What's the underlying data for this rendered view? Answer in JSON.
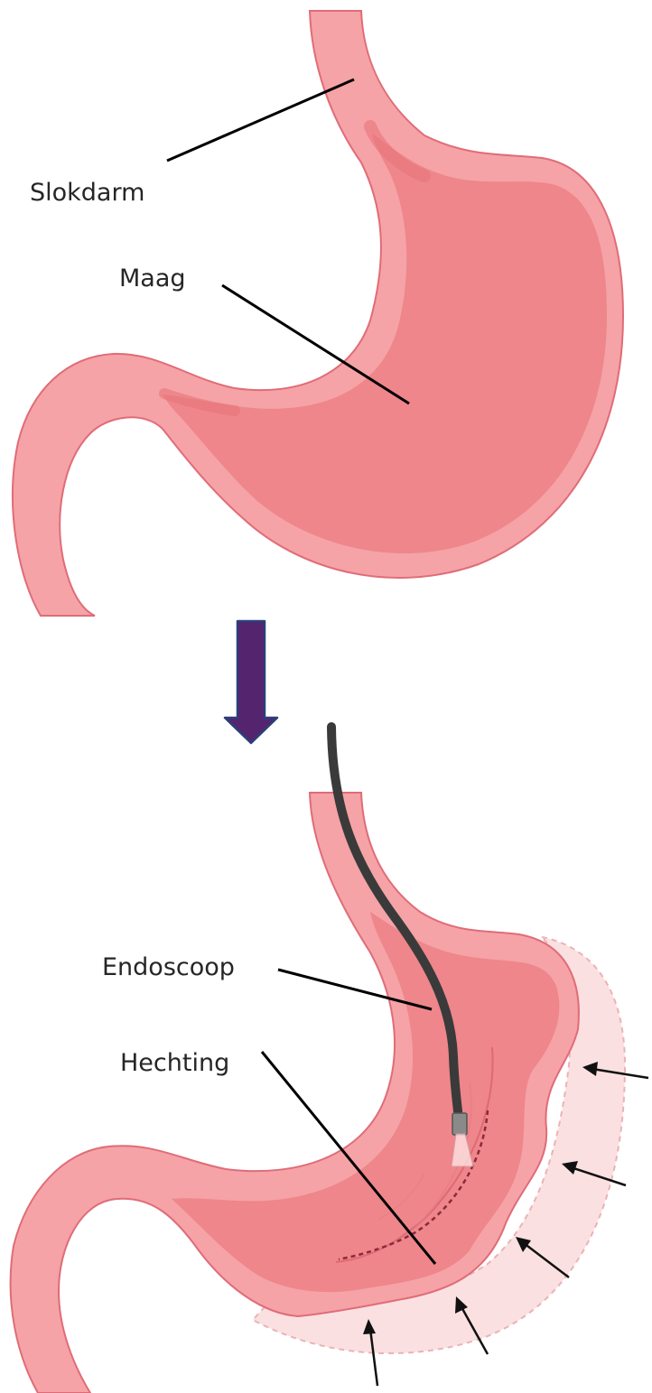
{
  "labels": {
    "esophagus": "Slokdarm",
    "stomach": "Maag",
    "endoscope": "Endoscoop",
    "suture": "Hechting"
  },
  "colors": {
    "wall": "#f5a3a6",
    "wall_edge": "#e06c78",
    "lumen": "#ee868b",
    "lumen_dark": "#e67a80",
    "inner_highlight": "#e8757c",
    "removed_region": "#fbe0e1",
    "removed_edge": "#eab3b6",
    "arrow_fill": "#54246f",
    "arrow_edge": "#2b3f7a",
    "endoscope": "#3a3a3a",
    "leader_line": "#000000"
  },
  "icons": {
    "transition_arrow": "down-arrow-icon",
    "compression_arrows": "small-arrow-icon"
  }
}
